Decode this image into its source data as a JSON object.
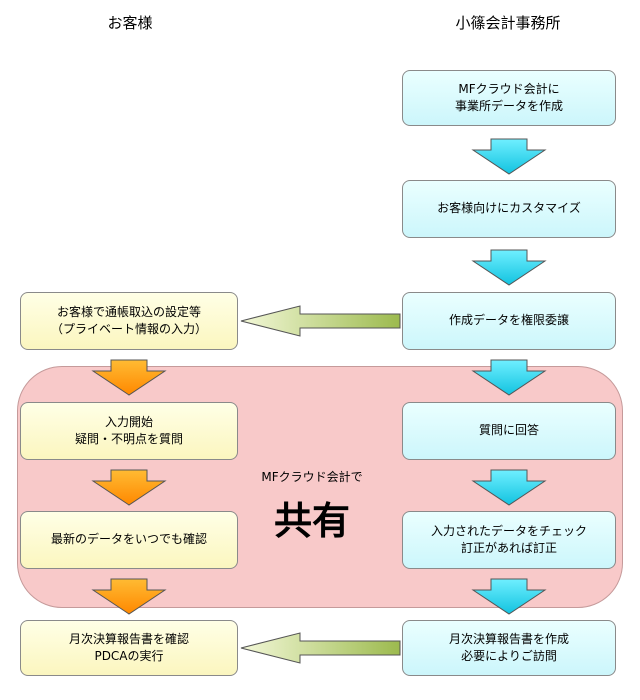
{
  "columns": {
    "left": "お客様",
    "right": "小篠会計事務所"
  },
  "right_steps": [
    "MFクラウド会計に\n事業所データを作成",
    "お客様向けにカスタマイズ",
    "作成データを権限委譲",
    "質問に回答",
    "入力されたデータをチェック\n訂正があれば訂正",
    "月次決算報告書を作成\n必要によりご訪問"
  ],
  "left_steps": [
    "お客様で通帳取込の設定等\n（プライベート情報の入力）",
    "入力開始\n疑問・不明点を質問",
    "最新のデータをいつでも確認",
    "月次決算報告書を確認\nPDCAの実行"
  ],
  "shared": {
    "label": "MFクラウド会計で",
    "big": "共有"
  },
  "colors": {
    "cyan_box": "#ccf6fb",
    "yellow_box": "#fbf6bf",
    "shared_bg": "#f8c9c9",
    "arrow_cyan": "#22d3ee",
    "arrow_orange": "#ff9d00",
    "arrow_green": "#a9c35a"
  }
}
